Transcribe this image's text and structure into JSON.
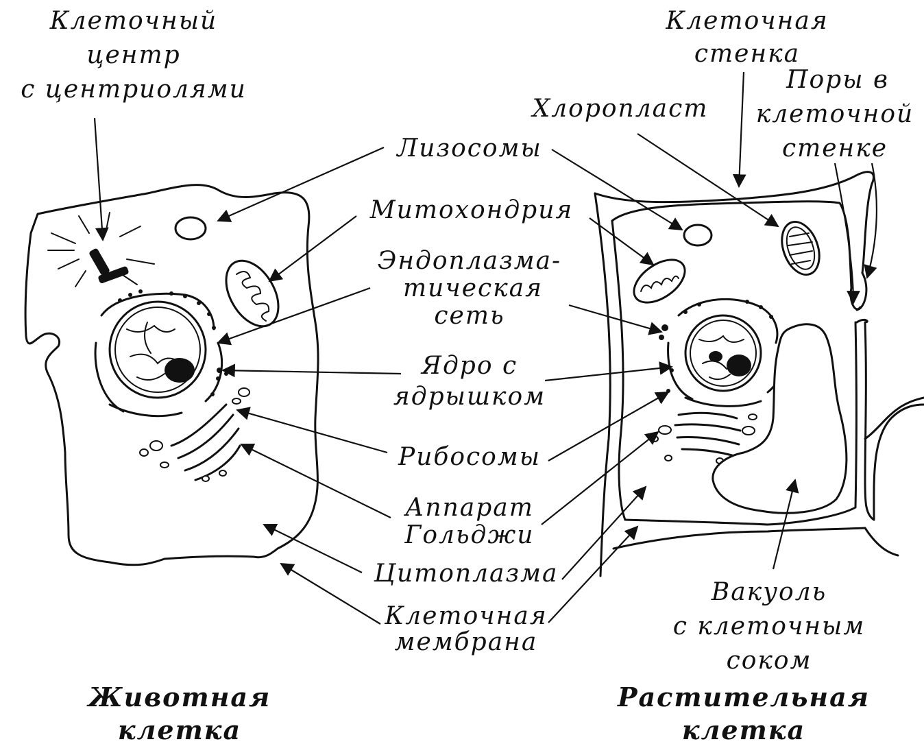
{
  "labels": {
    "centrosome": [
      "Клеточный",
      "центр",
      "с центриолями"
    ],
    "cell_wall": [
      "Клеточная",
      "стенка"
    ],
    "pores": [
      "Поры в",
      "клеточной",
      "стенке"
    ],
    "chloroplast": "Хлоропласт",
    "lysosomes": "Лизосомы",
    "mitochondrion": "Митохондрия",
    "er": [
      "Эндоплазма-",
      "тическая",
      "сеть"
    ],
    "nucleus": [
      "Ядро с",
      "ядрышком"
    ],
    "ribosomes": "Рибосомы",
    "golgi": [
      "Аппарат",
      "Гольджи"
    ],
    "cytoplasm": "Цитоплазма",
    "membrane": [
      "Клеточная",
      "мембрана"
    ],
    "vacuole": [
      "Вакуоль",
      "с клеточным",
      "соком"
    ]
  },
  "titles": {
    "animal": [
      "Животная",
      "клетка"
    ],
    "plant": [
      "Растительная",
      "клетка"
    ]
  },
  "colors": {
    "ink": "#111111",
    "background": "#ffffff"
  }
}
